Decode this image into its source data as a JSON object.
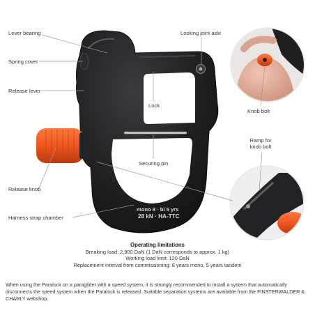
{
  "labels": {
    "lever_bearing": "Lever bearing",
    "spring_cover": "Spring cover",
    "release_lever": "Release lever",
    "release_knob": "Release knob",
    "harness_strap_chamber": "Harness strap chamber",
    "locking_joint_axle": "Locking joint axle",
    "lock": "Lock",
    "securing_pin": "Securing pin",
    "knob_bolt": "Knob bolt",
    "ramp_for_knob_bolt": "Ramp for knob bolt"
  },
  "engraving": {
    "line1": "mono 8 · bi 5 yrs",
    "line2": "28 kN · HA-TTC"
  },
  "limitations": {
    "heading": "Operating limitations",
    "breaking_load": "Breaking load: 2,800 DaN (1 DaN corresponds to approx. 1 kg)",
    "working_load": "Working load limit: 120 DaN",
    "replacement": "Replacement interval from commissioning: 8 years mono, 5 years tandem"
  },
  "footer_note": "When using the Paralock on a paraglider with a speed system, it is strongly recommended to install a system that automatically disconnects the speed system when the Paralock is released. Suitable separation systems are available from the FINSTERWALDER & CHARLY webshop.",
  "colors": {
    "body": "#1c1d1f",
    "knob": "#f0561f",
    "leader": "#9a9a9a"
  }
}
